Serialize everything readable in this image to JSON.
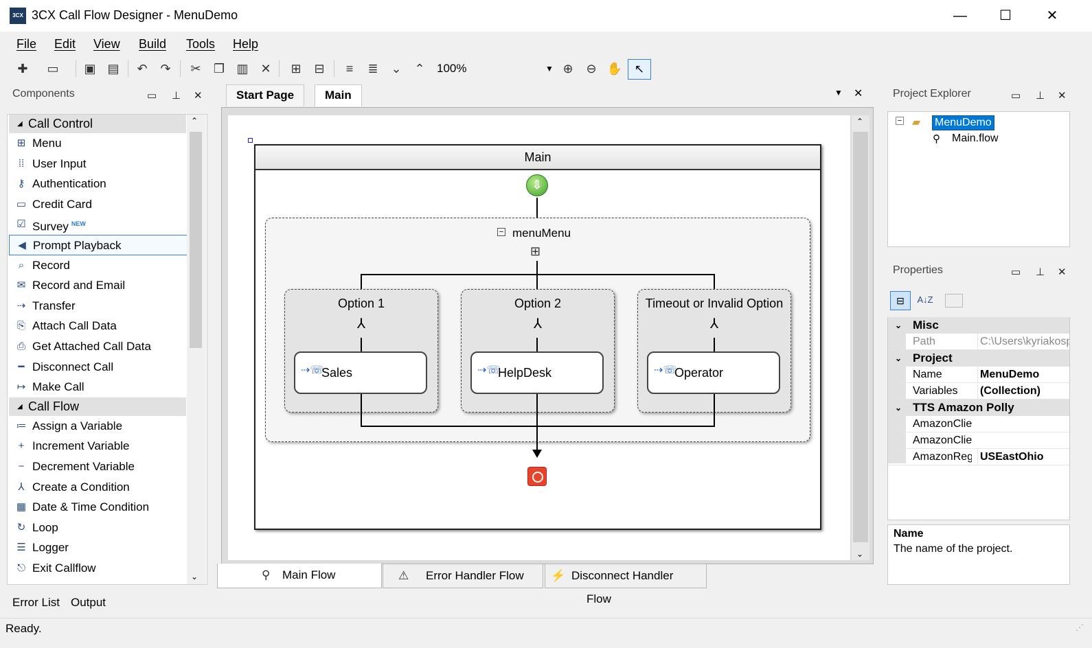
{
  "window": {
    "title": "3CX Call Flow Designer - MenuDemo",
    "icon_text": "3CX",
    "minimize": "—",
    "maximize": "☐",
    "close": "✕"
  },
  "menu": [
    "File",
    "Edit",
    "View",
    "Build",
    "Tools",
    "Help"
  ],
  "toolbar": {
    "zoom": "100%"
  },
  "components": {
    "title": "Components",
    "categories": [
      {
        "name": "Call Control",
        "items": [
          {
            "label": "Menu",
            "icon": "menu-icon"
          },
          {
            "label": "User Input",
            "icon": "keypad-icon"
          },
          {
            "label": "Authentication",
            "icon": "auth-icon"
          },
          {
            "label": "Credit Card",
            "icon": "credit-card-icon"
          },
          {
            "label": "Survey",
            "icon": "survey-icon",
            "badge": "NEW"
          },
          {
            "label": "Prompt Playback",
            "icon": "speaker-icon"
          },
          {
            "label": "Record",
            "icon": "microphone-icon"
          },
          {
            "label": "Record and Email",
            "icon": "email-icon"
          },
          {
            "label": "Transfer",
            "icon": "transfer-icon"
          },
          {
            "label": "Attach Call Data",
            "icon": "attach-icon"
          },
          {
            "label": "Get Attached Call Data",
            "icon": "get-data-icon"
          },
          {
            "label": "Disconnect Call",
            "icon": "hangup-icon"
          },
          {
            "label": "Make Call",
            "icon": "make-call-icon"
          }
        ]
      },
      {
        "name": "Call Flow",
        "items": [
          {
            "label": "Assign a Variable",
            "icon": "assign-icon"
          },
          {
            "label": "Increment Variable",
            "icon": "increment-icon"
          },
          {
            "label": "Decrement Variable",
            "icon": "decrement-icon"
          },
          {
            "label": "Create a Condition",
            "icon": "condition-icon"
          },
          {
            "label": "Date & Time Condition",
            "icon": "calendar-icon"
          },
          {
            "label": "Loop",
            "icon": "loop-icon"
          },
          {
            "label": "Logger",
            "icon": "logger-icon"
          },
          {
            "label": "Exit Callflow",
            "icon": "exit-icon"
          }
        ]
      }
    ]
  },
  "doc_tabs": [
    "Start Page",
    "Main"
  ],
  "canvas": {
    "main_title": "Main",
    "menu_title": "menuMenu",
    "options": [
      {
        "title": "Option 1",
        "action": "Sales"
      },
      {
        "title": "Option 2",
        "action": "HelpDesk"
      },
      {
        "title": "Timeout or Invalid Option",
        "action": "Operator"
      }
    ]
  },
  "flow_tabs": [
    "Main Flow",
    "Error Handler Flow",
    "Disconnect Handler Flow"
  ],
  "project_explorer": {
    "title": "Project Explorer",
    "root": "MenuDemo",
    "child": "Main.flow"
  },
  "properties": {
    "title": "Properties",
    "sort_label": "A↓Z",
    "categories": [
      {
        "name": "Misc",
        "rows": [
          {
            "name": "Path",
            "value": "C:\\Users\\kyriakosp",
            "dim": true
          }
        ]
      },
      {
        "name": "Project",
        "rows": [
          {
            "name": "Name",
            "value": "MenuDemo"
          },
          {
            "name": "Variables",
            "value": "(Collection)"
          }
        ]
      },
      {
        "name": "TTS Amazon Polly",
        "rows": [
          {
            "name": "AmazonClier",
            "value": ""
          },
          {
            "name": "AmazonClier",
            "value": ""
          },
          {
            "name": "AmazonReg",
            "value": "USEastOhio"
          }
        ]
      }
    ],
    "desc_title": "Name",
    "desc_text": "The name of the project."
  },
  "bottom_tabs": [
    "Error List",
    "Output"
  ],
  "status": "Ready."
}
